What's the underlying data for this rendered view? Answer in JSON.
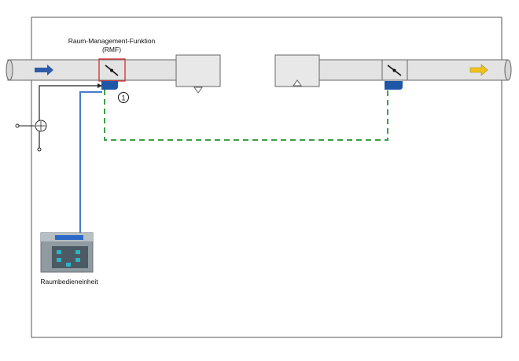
{
  "labels": {
    "function_name": "Raum-Management-Funktion",
    "function_abbr": "(RMF)",
    "marker_number": "1",
    "control_unit": "Raumbedieneinheit"
  },
  "icons": {
    "supply_arrow": "arrow-right-icon",
    "exhaust_arrow": "arrow-right-icon",
    "marker": "circled-number-icon",
    "sensor": "sensor-icon"
  },
  "colors": {
    "pipe_fill": "#e3e3e3",
    "highlight_frame": "#d33a3a",
    "actuator": "#1e56a8",
    "signal_line": "#4a7ec8",
    "bus_line": "#3aa048",
    "supply_arrow": "#2e5ca8",
    "exhaust_arrow": "#f0c21c"
  }
}
